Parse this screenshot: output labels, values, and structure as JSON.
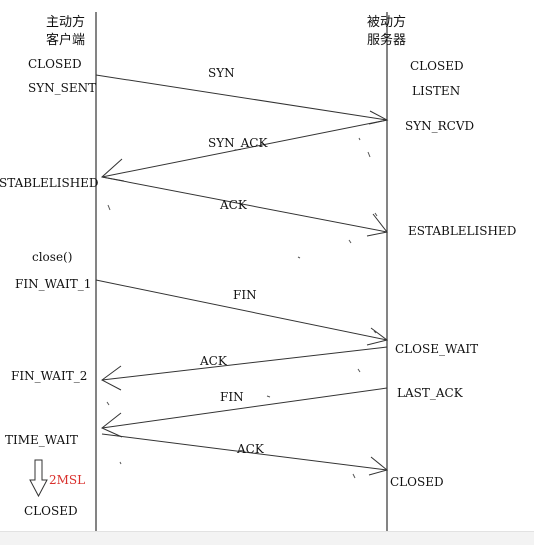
{
  "client": {
    "header_line1": "主动方",
    "header_line2": "客户端",
    "states": {
      "closed": "CLOSED",
      "syn_sent": "SYN_SENT",
      "established": "STABLELISHED",
      "close_call": "close()",
      "fin_wait_1": "FIN_WAIT_1",
      "fin_wait_2": "FIN_WAIT_2",
      "time_wait": "TIME_WAIT",
      "two_msl": "2MSL",
      "closed_final": "CLOSED"
    }
  },
  "server": {
    "header_line1": "被动方",
    "header_line2": "服务器",
    "states": {
      "closed": "CLOSED",
      "listen": "LISTEN",
      "syn_rcvd": "SYN_RCVD",
      "established": "ESTABLELISHED",
      "close_wait": "CLOSE_WAIT",
      "last_ack": "LAST_ACK",
      "closed_final": "CLOSED"
    }
  },
  "messages": {
    "syn": "SYN",
    "syn_ack": "SYN_ACK",
    "ack1": "ACK",
    "fin1": "FIN",
    "ack2": "ACK",
    "fin2": "FIN",
    "ack3": "ACK"
  },
  "colors": {
    "line": "#333333",
    "timer": "#d9302c"
  }
}
